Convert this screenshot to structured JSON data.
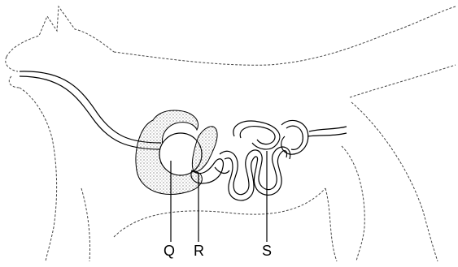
{
  "labels": {
    "q": "Q",
    "r": "R",
    "s": "S"
  },
  "parts": [
    {
      "id": "Q",
      "icon": "stomach-shape"
    },
    {
      "id": "R",
      "icon": "pancreas-shape"
    },
    {
      "id": "S",
      "icon": "intestine-shape"
    }
  ],
  "colors": {
    "line": "#000000",
    "outline": "#333333",
    "stipple": "#555555",
    "background": "#ffffff"
  }
}
